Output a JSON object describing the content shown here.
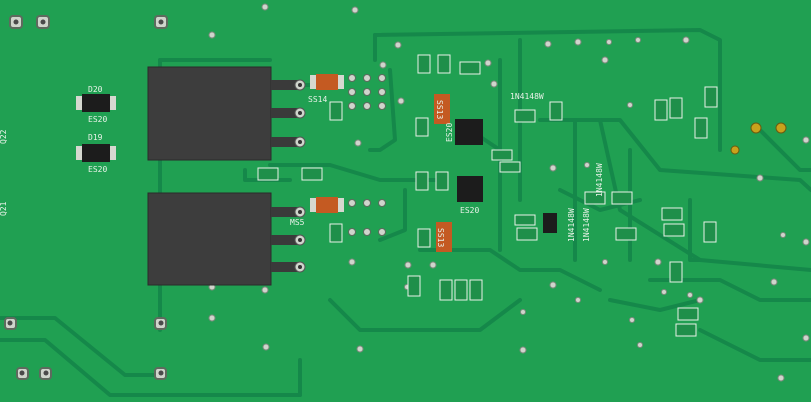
{
  "board": {
    "colors": {
      "substrate": "#20a052",
      "trace": "#14874a",
      "silkscreen": "#e8f2e8",
      "pad": "#d6d8d0",
      "ic_body": "#3d3d3d",
      "capacitor": "#c45a22",
      "via": "#cfd5cc"
    }
  },
  "labels": {
    "d20": "D20",
    "es20_top": "ES20",
    "d19": "D19",
    "es20_bottom": "ES20",
    "ss14": "SS14",
    "ss13_top": "SS13",
    "es20_mid": "ES20",
    "es20_lower": "ES20",
    "in4148w_1": "1N4148W",
    "in4148w_2": "1N4148W",
    "in4148w_3": "1N4148W",
    "in4148w_4": "1N4148W",
    "ss13_bottom": "SS13",
    "ms5": "MS5",
    "q22": "Q22",
    "q21": "Q21"
  }
}
